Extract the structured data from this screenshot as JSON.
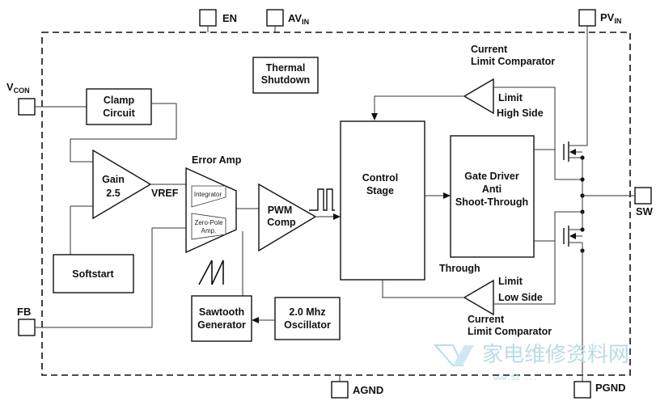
{
  "pins": {
    "en": "EN",
    "avin": "AV",
    "avin_sub": "IN",
    "pvin": "PV",
    "pvin_sub": "IN",
    "vcon": "V",
    "vcon_sub": "CON",
    "fb": "FB",
    "sw": "SW",
    "agnd": "AGND",
    "pgnd": "PGND"
  },
  "blocks": {
    "thermal_line1": "Thermal",
    "thermal_line2": "Shutdown",
    "clamp_line1": "Clamp",
    "clamp_line2": "Circuit",
    "gain_line1": "Gain",
    "gain_line2": "2.5",
    "vref": "VREF",
    "softstart": "Softstart",
    "error_amp": "Error Amp",
    "integrator": "Integrator",
    "zero_pole_line1": "Zero-Pole",
    "zero_pole_line2": "Amp.",
    "pwm_line1": "PWM",
    "pwm_line2": "Comp",
    "control_line1": "Control",
    "control_line2": "Stage",
    "gate_line1": "Gate Driver",
    "gate_line2": "Anti",
    "gate_line3": "Shoot-Through",
    "sawtooth_line1": "Sawtooth",
    "sawtooth_line2": "Generator",
    "osc_line1": "2.0 Mhz",
    "osc_line2": "Oscillator",
    "clc_high_line1": "Current",
    "clc_high_line2": "Limit Comparator",
    "limit_high": "Limit",
    "high_side": "High Side",
    "through": "Through",
    "limit_low": "Limit",
    "low_side": "Low Side",
    "clc_low_line1": "Current",
    "clc_low_line2": "Limit Comparator"
  },
  "watermark": {
    "text": "家电维修资料网",
    "url": "www.52 ..."
  },
  "colors": {
    "line": "#111111",
    "watermark": "#b8dcea"
  }
}
